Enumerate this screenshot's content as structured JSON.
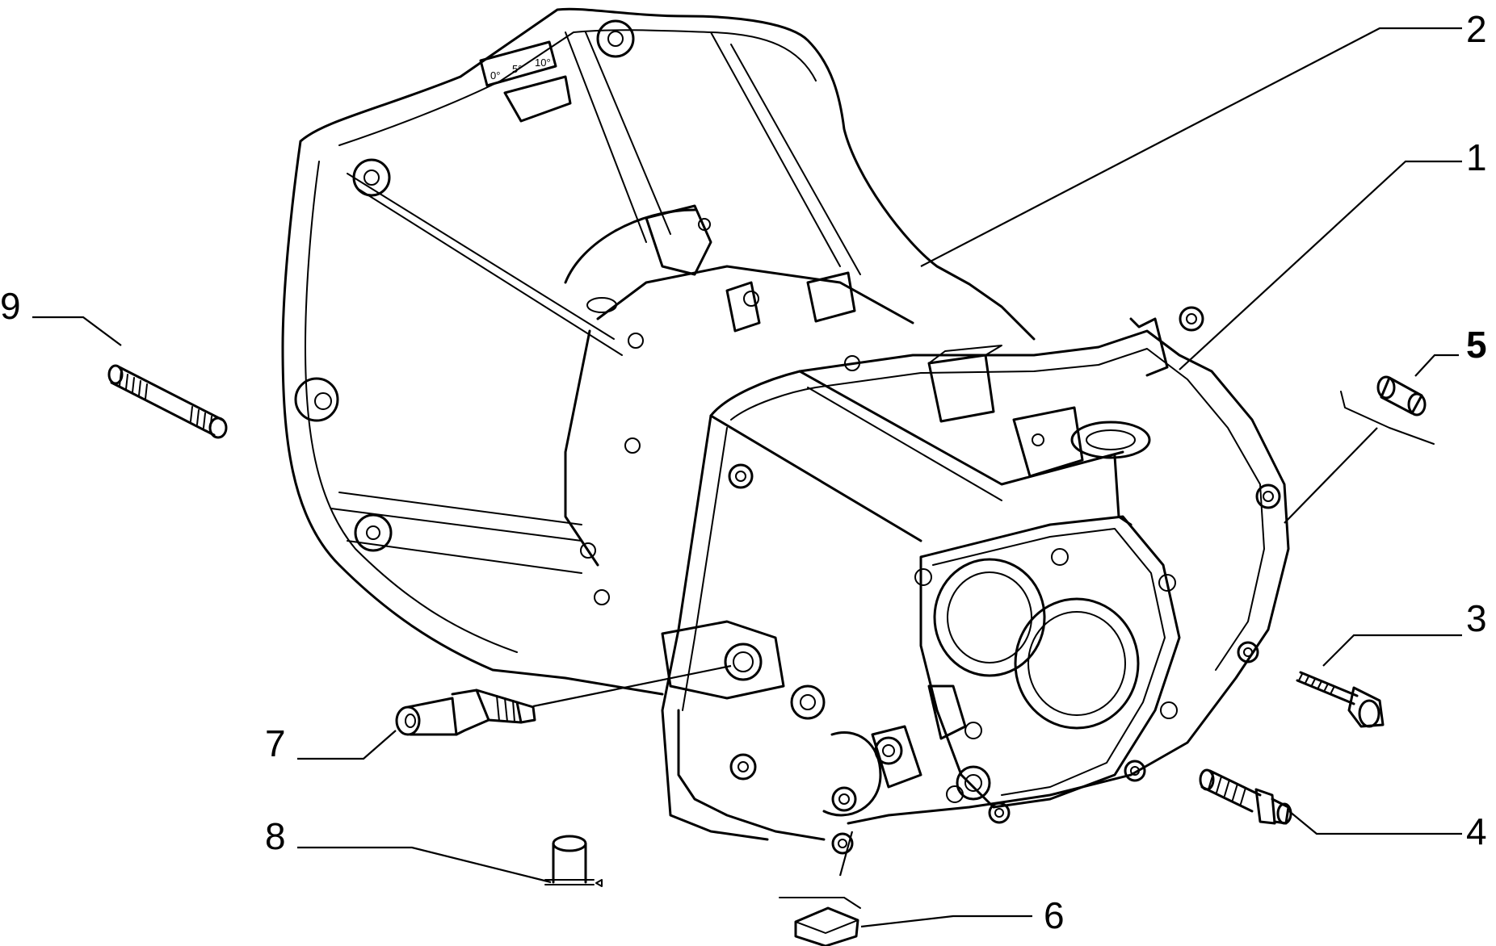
{
  "callouts": [
    {
      "id": "1",
      "text": "1"
    },
    {
      "id": "2",
      "text": "2"
    },
    {
      "id": "3",
      "text": "3"
    },
    {
      "id": "4",
      "text": "4"
    },
    {
      "id": "5",
      "text": "5"
    },
    {
      "id": "6",
      "text": "6"
    },
    {
      "id": "7",
      "text": "7"
    },
    {
      "id": "8",
      "text": "8"
    },
    {
      "id": "9",
      "text": "9"
    }
  ],
  "timing_scale": {
    "mark_0": "0°",
    "mark_5": "5°",
    "mark_10": "10°"
  }
}
